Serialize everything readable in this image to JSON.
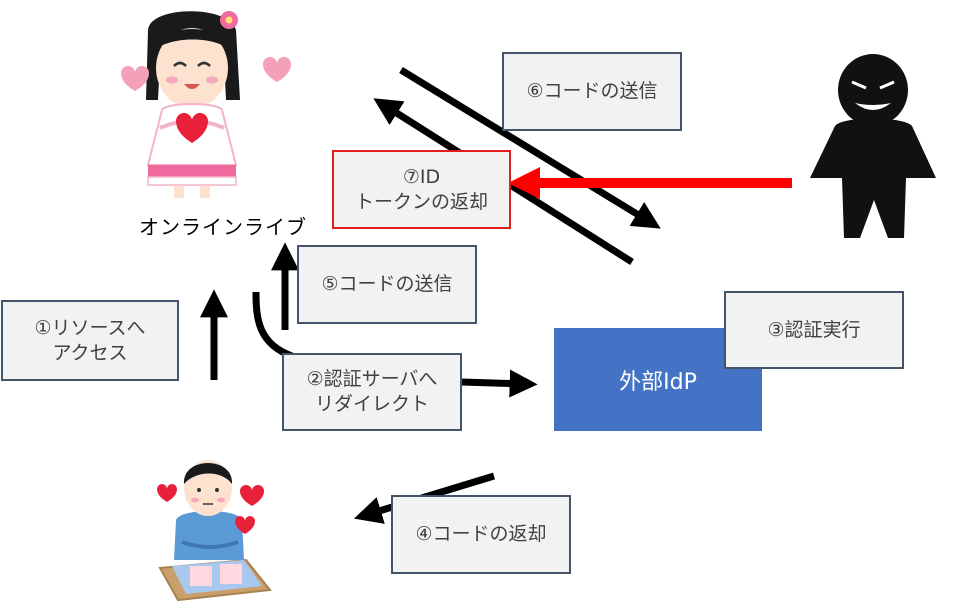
{
  "steps": {
    "s1": "①リソースへ\nアクセス",
    "s2": "②認証サーバへ\nリダイレクト",
    "s3": "③認証実行",
    "s4": "④コードの返却",
    "s5": "⑤コードの送信",
    "s6": "⑥コードの送信",
    "s7": "⑦ID\nトークンの返却"
  },
  "idp_label": "外部IdP",
  "site_label": "オンラインライブ",
  "colors": {
    "box_fill": "#f2f2f2",
    "box_border": "#44546a",
    "idp_fill": "#4472c4",
    "attack_arrow": "#ff0000",
    "arrow": "#000000"
  },
  "icons": [
    "idol-girl-icon",
    "fan-boy-icon",
    "attacker-icon",
    "heart-icon"
  ]
}
